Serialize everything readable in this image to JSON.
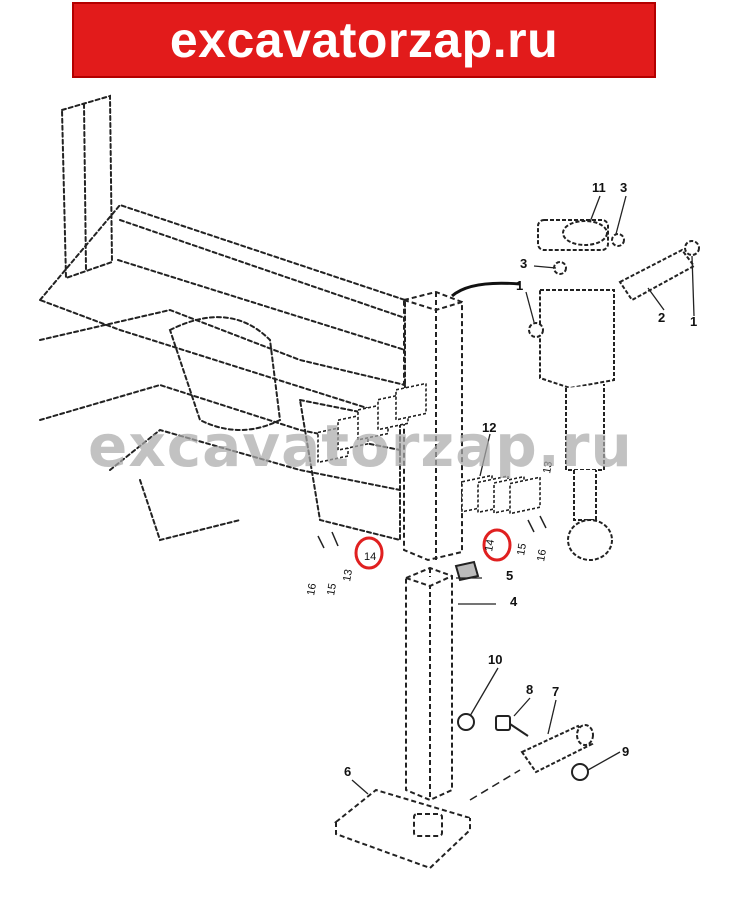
{
  "banner": {
    "text": "excavatorzap.ru"
  },
  "watermark": {
    "text": "excavatorzap.ru"
  },
  "colors": {
    "banner_bg": "#e21b1b",
    "highlight_circle": "#e02020",
    "line": "#222222"
  },
  "callouts": [
    {
      "id": "c11",
      "text": "11"
    },
    {
      "id": "c3a",
      "text": "3"
    },
    {
      "id": "c3b",
      "text": "3"
    },
    {
      "id": "c1a",
      "text": "1"
    },
    {
      "id": "c2",
      "text": "2"
    },
    {
      "id": "c1b",
      "text": "1"
    },
    {
      "id": "c12",
      "text": "12"
    },
    {
      "id": "c13a",
      "text": "13"
    },
    {
      "id": "c14a",
      "text": "14"
    },
    {
      "id": "c15a",
      "text": "15"
    },
    {
      "id": "c16a",
      "text": "16"
    },
    {
      "id": "c14b",
      "text": "14"
    },
    {
      "id": "c13b",
      "text": "13"
    },
    {
      "id": "c15b",
      "text": "15"
    },
    {
      "id": "c16b",
      "text": "16"
    },
    {
      "id": "c5",
      "text": "5"
    },
    {
      "id": "c4",
      "text": "4"
    },
    {
      "id": "c10",
      "text": "10"
    },
    {
      "id": "c8",
      "text": "8"
    },
    {
      "id": "c7",
      "text": "7"
    },
    {
      "id": "c9",
      "text": "9"
    },
    {
      "id": "c6",
      "text": "6"
    }
  ]
}
